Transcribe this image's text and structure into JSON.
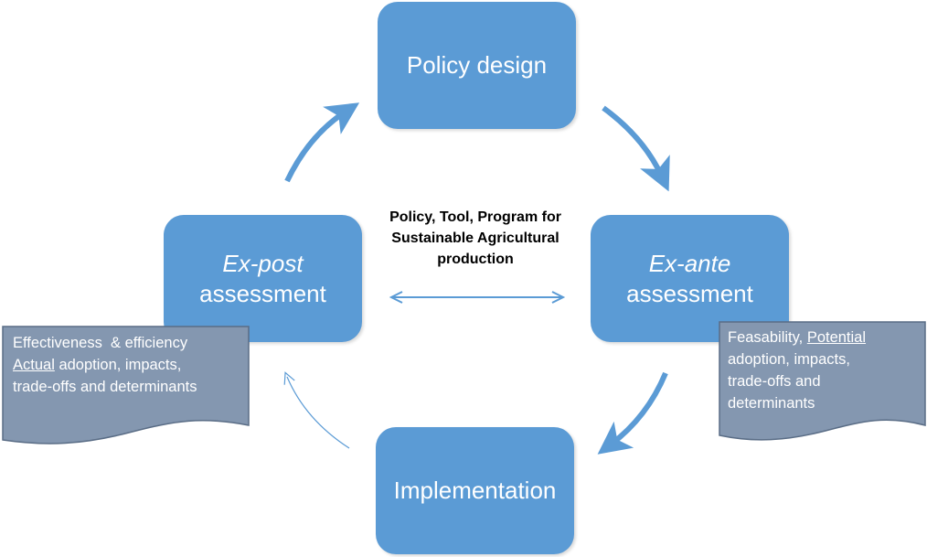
{
  "diagram": {
    "nodes": {
      "policy_design": "Policy design",
      "ex_post": {
        "line1": "Ex-post",
        "line2": "assessment"
      },
      "ex_ante": {
        "line1": "Ex-ante",
        "line2": "assessment"
      },
      "implementation": "Implementation"
    },
    "center_label": {
      "line1": "Policy, Tool, Program for",
      "line2": "Sustainable Agricultural",
      "line3": "production"
    },
    "notes": {
      "left": {
        "line1": "Effectiveness  & efficiency",
        "line2_underlined": "Actual",
        "line2_rest": " adoption, impacts,",
        "line3": "trade-offs and determinants"
      },
      "right": {
        "line1_start": "Feasability, ",
        "line1_underlined": "Potential",
        "line2": "adoption, impacts,",
        "line3": "trade-offs and",
        "line4": "determinants"
      }
    },
    "colors": {
      "box": "#5b9bd5",
      "note": "#8497b0",
      "arrow": "#5b9bd5"
    }
  }
}
